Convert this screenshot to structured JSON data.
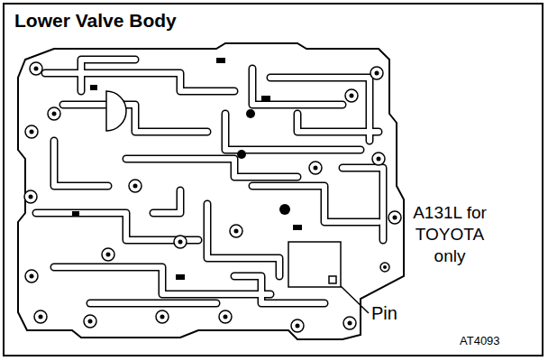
{
  "diagram": {
    "title": "Lower Valve Body",
    "labels": [
      "A131L for TOYOTA only",
      "Pin",
      "AT4093"
    ]
  }
}
